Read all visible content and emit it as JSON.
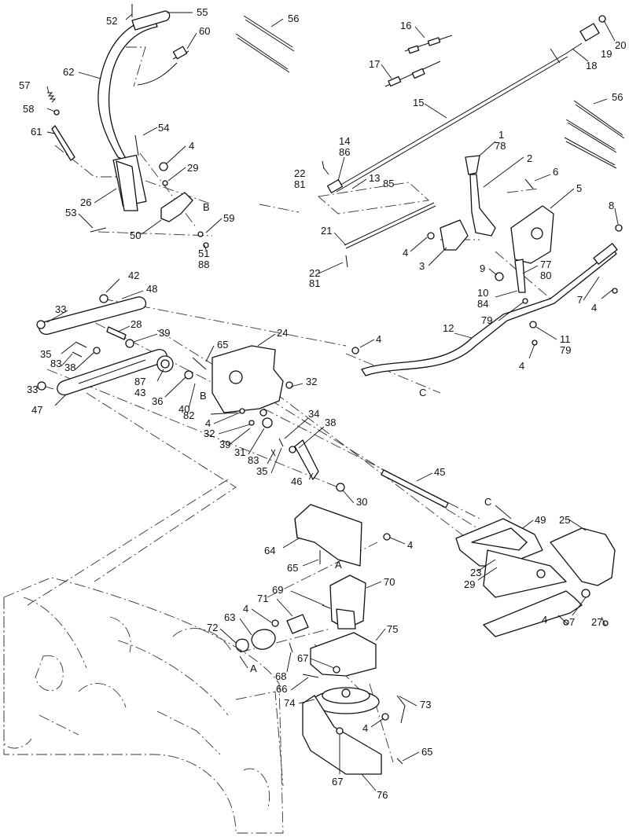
{
  "labels": [
    {
      "key": "l1",
      "text": "52"
    },
    {
      "key": "l2",
      "text": "55"
    },
    {
      "key": "l3",
      "text": "56"
    },
    {
      "key": "l4",
      "text": "60"
    },
    {
      "key": "l5",
      "text": "62"
    },
    {
      "key": "l6",
      "text": "57"
    },
    {
      "key": "l7",
      "text": "58"
    },
    {
      "key": "l8",
      "text": "61"
    },
    {
      "key": "l9",
      "text": "54"
    },
    {
      "key": "l10",
      "text": "4"
    },
    {
      "key": "l11",
      "text": "29"
    },
    {
      "key": "l12",
      "text": "B"
    },
    {
      "key": "l13",
      "text": "26"
    },
    {
      "key": "l14",
      "text": "53"
    },
    {
      "key": "l15",
      "text": "50"
    },
    {
      "key": "l16",
      "text": "59"
    },
    {
      "key": "l17",
      "text": "51"
    },
    {
      "key": "l18",
      "text": "88"
    },
    {
      "key": "l19",
      "text": "16"
    },
    {
      "key": "l20",
      "text": "17"
    },
    {
      "key": "l21",
      "text": "20"
    },
    {
      "key": "l22",
      "text": "19"
    },
    {
      "key": "l23",
      "text": "18"
    },
    {
      "key": "l24",
      "text": "56"
    },
    {
      "key": "l25",
      "text": "15"
    },
    {
      "key": "l26",
      "text": "14"
    },
    {
      "key": "l27",
      "text": "86"
    },
    {
      "key": "l28",
      "text": "1"
    },
    {
      "key": "l29",
      "text": "78"
    },
    {
      "key": "l30",
      "text": "22"
    },
    {
      "key": "l31",
      "text": "81"
    },
    {
      "key": "l32",
      "text": "13"
    },
    {
      "key": "l33",
      "text": "85"
    },
    {
      "key": "l34",
      "text": "2"
    },
    {
      "key": "l35",
      "text": "6"
    },
    {
      "key": "l36",
      "text": "5"
    },
    {
      "key": "l37",
      "text": "8"
    },
    {
      "key": "l38",
      "text": "21"
    },
    {
      "key": "l39",
      "text": "4"
    },
    {
      "key": "l40",
      "text": "3"
    },
    {
      "key": "l41",
      "text": "22"
    },
    {
      "key": "l42",
      "text": "81"
    },
    {
      "key": "l43",
      "text": "9"
    },
    {
      "key": "l44",
      "text": "77"
    },
    {
      "key": "l45",
      "text": "80"
    },
    {
      "key": "l46",
      "text": "10"
    },
    {
      "key": "l47",
      "text": "84"
    },
    {
      "key": "l48",
      "text": "7"
    },
    {
      "key": "l49",
      "text": "4"
    },
    {
      "key": "l50",
      "text": "79"
    },
    {
      "key": "l51",
      "text": "12"
    },
    {
      "key": "l52",
      "text": "11"
    },
    {
      "key": "l53",
      "text": "79"
    },
    {
      "key": "l54",
      "text": "4"
    },
    {
      "key": "l55",
      "text": "4"
    },
    {
      "key": "l56",
      "text": "C"
    },
    {
      "key": "l57",
      "text": "42"
    },
    {
      "key": "l58",
      "text": "48"
    },
    {
      "key": "l59",
      "text": "33"
    },
    {
      "key": "l60",
      "text": "28"
    },
    {
      "key": "l61",
      "text": "39"
    },
    {
      "key": "l62",
      "text": "24"
    },
    {
      "key": "l63",
      "text": "65"
    },
    {
      "key": "l64",
      "text": "35"
    },
    {
      "key": "l65",
      "text": "83"
    },
    {
      "key": "l66",
      "text": "38"
    },
    {
      "key": "l67",
      "text": "87"
    },
    {
      "key": "l68",
      "text": "43"
    },
    {
      "key": "l69",
      "text": "33"
    },
    {
      "key": "l70",
      "text": "47"
    },
    {
      "key": "l71",
      "text": "36"
    },
    {
      "key": "l72",
      "text": "40"
    },
    {
      "key": "l73",
      "text": "B"
    },
    {
      "key": "l74",
      "text": "32"
    },
    {
      "key": "l75",
      "text": "82"
    },
    {
      "key": "l76",
      "text": "4"
    },
    {
      "key": "l77",
      "text": "32"
    },
    {
      "key": "l78",
      "text": "34"
    },
    {
      "key": "l79",
      "text": "38"
    },
    {
      "key": "l80",
      "text": "39"
    },
    {
      "key": "l81",
      "text": "31"
    },
    {
      "key": "l82",
      "text": "83"
    },
    {
      "key": "l83",
      "text": "35"
    },
    {
      "key": "l84",
      "text": "46"
    },
    {
      "key": "l85",
      "text": "45"
    },
    {
      "key": "l86",
      "text": "30"
    },
    {
      "key": "l87",
      "text": "C"
    },
    {
      "key": "l88",
      "text": "49"
    },
    {
      "key": "l89",
      "text": "25"
    },
    {
      "key": "l90",
      "text": "64"
    },
    {
      "key": "l91",
      "text": "4"
    },
    {
      "key": "l92",
      "text": "65"
    },
    {
      "key": "l93",
      "text": "A"
    },
    {
      "key": "l94",
      "text": "23"
    },
    {
      "key": "l95",
      "text": "29"
    },
    {
      "key": "l96",
      "text": "69"
    },
    {
      "key": "l97",
      "text": "70"
    },
    {
      "key": "l98",
      "text": "71"
    },
    {
      "key": "l99",
      "text": "4"
    },
    {
      "key": "l100",
      "text": "72"
    },
    {
      "key": "l101",
      "text": "63"
    },
    {
      "key": "l102",
      "text": "75"
    },
    {
      "key": "l103",
      "text": "A"
    },
    {
      "key": "l104",
      "text": "68"
    },
    {
      "key": "l105",
      "text": "67"
    },
    {
      "key": "l106",
      "text": "66"
    },
    {
      "key": "l107",
      "text": "74"
    },
    {
      "key": "l108",
      "text": "73"
    },
    {
      "key": "l109",
      "text": "4"
    },
    {
      "key": "l110",
      "text": "65"
    },
    {
      "key": "l111",
      "text": "67"
    },
    {
      "key": "l112",
      "text": "76"
    },
    {
      "key": "l113",
      "text": "4"
    },
    {
      "key": "l114",
      "text": "7"
    },
    {
      "key": "l115",
      "text": "27"
    }
  ]
}
